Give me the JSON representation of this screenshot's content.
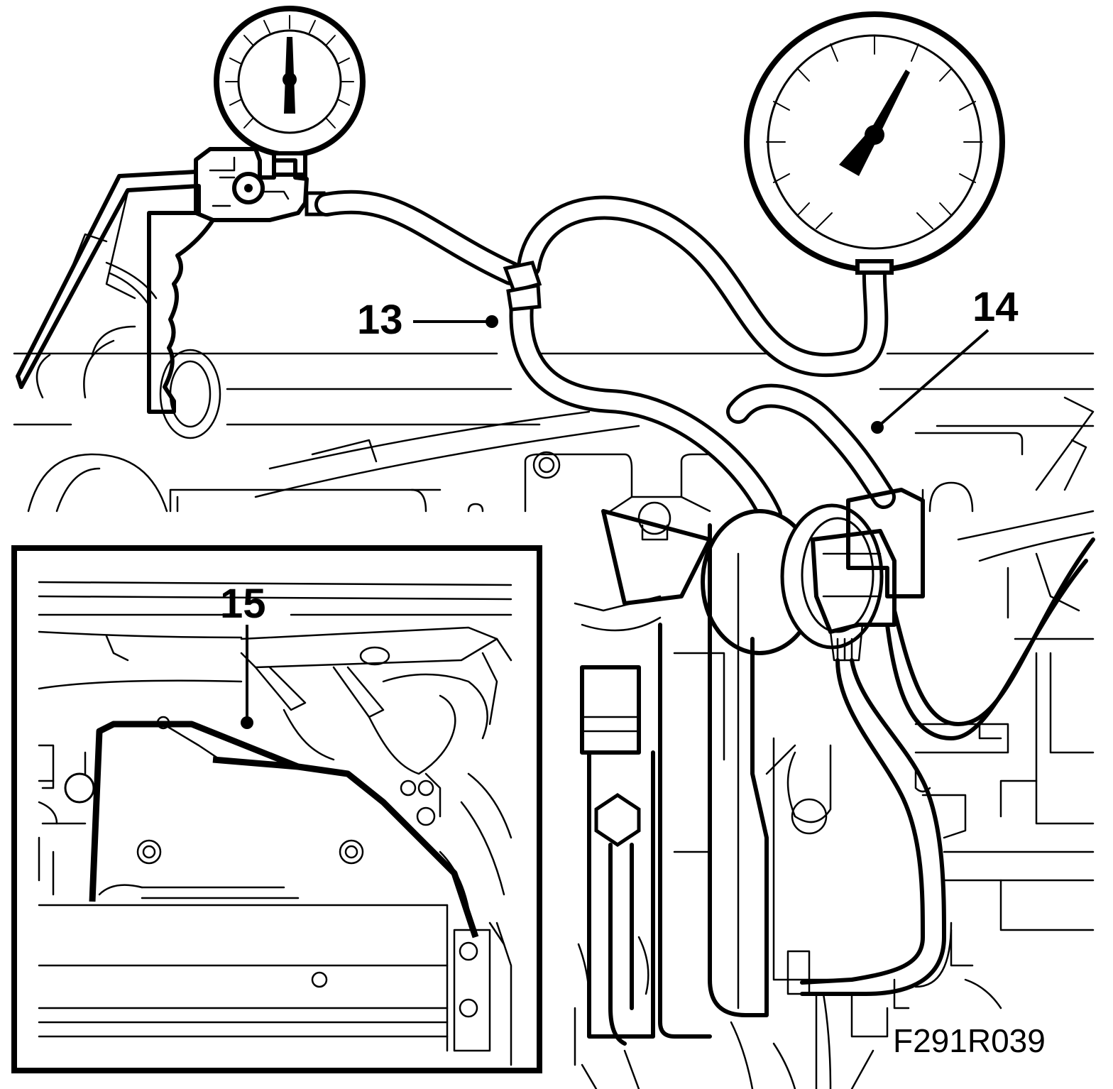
{
  "callouts": {
    "c13": "13",
    "c14": "14",
    "c15": "15"
  },
  "figure_code": "F291R039",
  "icons": [
    "pressure-gauge-icon",
    "pressure-gauge-icon"
  ]
}
